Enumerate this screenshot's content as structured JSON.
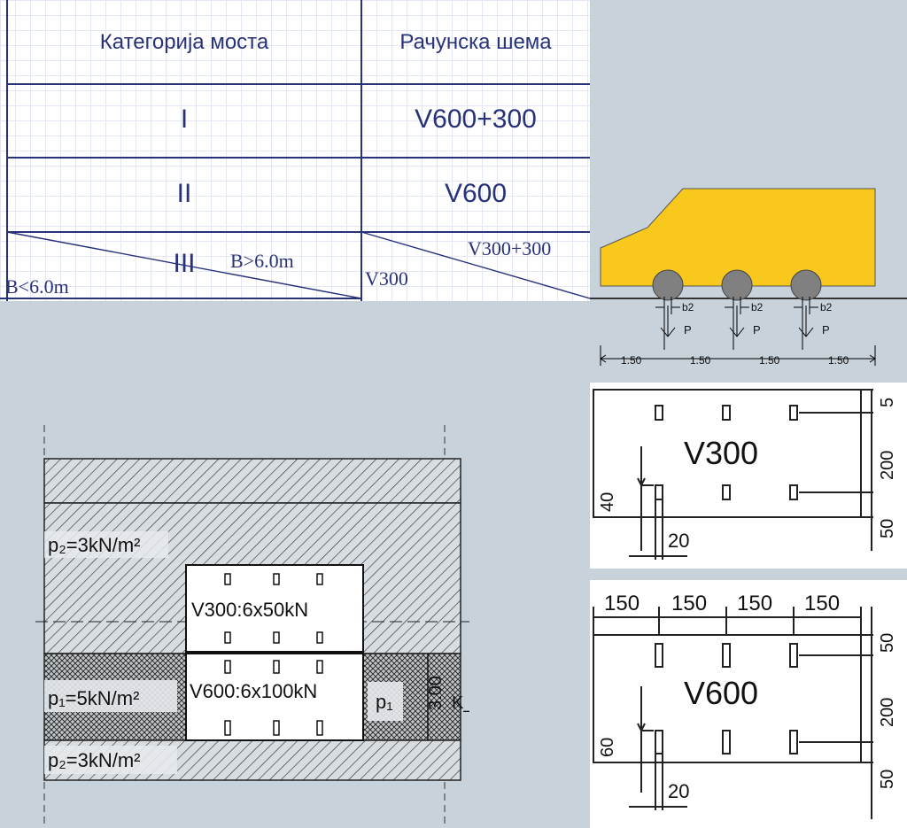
{
  "table": {
    "header": {
      "category": "Категорија моста",
      "scheme": "Рачунска шема"
    },
    "rows": [
      {
        "category": "I",
        "scheme": "V600+300"
      },
      {
        "category": "II",
        "scheme": "V600"
      },
      {
        "category": "III",
        "scheme_left": "V300",
        "scheme_right": "V300+300",
        "width_small": "B<6.0m",
        "width_large": "B>6.0m"
      }
    ]
  },
  "truck": {
    "colors": {
      "body": "#f8c81c",
      "wheel": "#808080"
    },
    "axle_label": "b2",
    "load_label": "P",
    "spacings": [
      "1.50",
      "1.50",
      "1.50",
      "1.50"
    ]
  },
  "plan": {
    "p2_top": "p₂=3kN/m²",
    "p1_left": "p₁=5kN/m²",
    "p1_right": "p₁",
    "p2_bottom": "p₂=3kN/m²",
    "v300_label": "V300:6x50kN",
    "v600_label": "V600:6x100kN",
    "lane_width": "3.00",
    "kd": "K_d"
  },
  "v300": {
    "title": "V300",
    "dims_right": [
      "5",
      "200",
      "50"
    ],
    "wheel_len": "40",
    "wheel_width": "20"
  },
  "v600": {
    "title": "V600",
    "dims_top": [
      "150",
      "150",
      "150",
      "150"
    ],
    "dims_right": [
      "50",
      "200",
      "50"
    ],
    "wheel_len": "60",
    "wheel_width": "20"
  }
}
